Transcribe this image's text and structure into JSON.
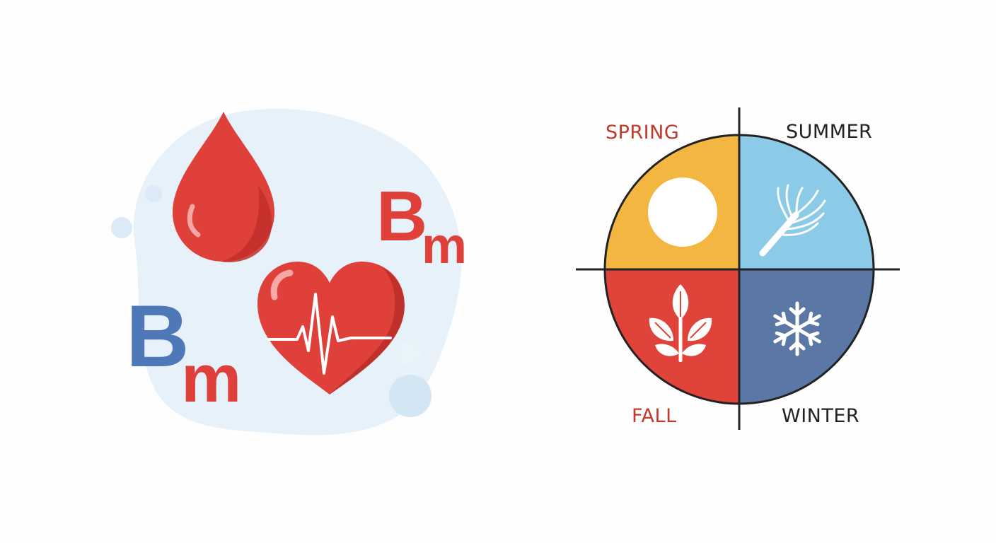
{
  "left_panel": {
    "label_top": {
      "letter": "B",
      "subscript": "m"
    },
    "label_bottom": {
      "letter": "B",
      "subscript": "m"
    },
    "drop_icon": "blood-drop",
    "heart_icon": "heart-with-ecg",
    "colors": {
      "red": "#e0403a",
      "dark_red": "#c22f2b",
      "blue": "#4f78b8",
      "background_blob": "#e6f1f9"
    }
  },
  "right_panel": {
    "seasons": [
      {
        "key": "spring",
        "label": "SPRING",
        "icon": "sun-icon",
        "color": "#f3b640",
        "label_color": "#c0392b"
      },
      {
        "key": "summer",
        "label": "SUMMER",
        "icon": "branch-icon",
        "color": "#8ccbe8",
        "label_color": "#222222"
      },
      {
        "key": "fall",
        "label": "FALL",
        "icon": "leaves-icon",
        "color": "#e0433a",
        "label_color": "#c0392b"
      },
      {
        "key": "winter",
        "label": "WINTER",
        "icon": "snowflake-icon",
        "color": "#5a77a6",
        "label_color": "#222222"
      }
    ]
  }
}
